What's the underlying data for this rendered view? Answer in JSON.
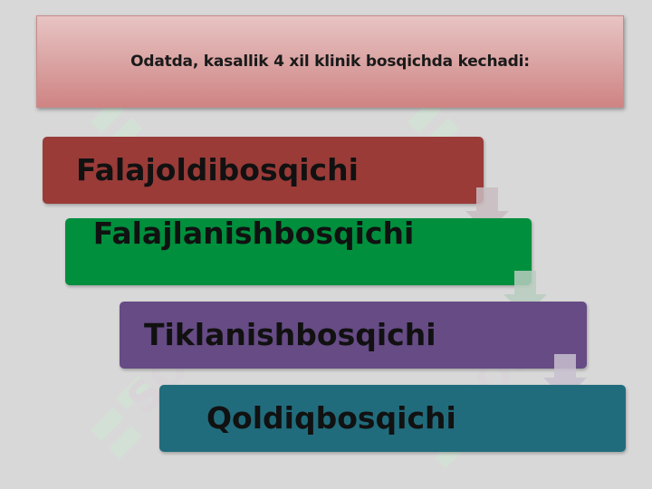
{
  "title": "Odatda, kasallik 4 xil klinik bosqichda kechadi:",
  "steps": [
    {
      "label": "Falajoldibosqichi",
      "color": "#9a3b38"
    },
    {
      "label": "Falajlanishbosqichi",
      "color": "#008f3d"
    },
    {
      "label": "Tiklanishbosqichi",
      "color": "#664b85"
    },
    {
      "label": "Qoldiqbosqichi",
      "color": "#216c7c"
    }
  ],
  "watermark": {
    "text": "SOFT",
    "icon": "soft-logo-watermark",
    "color": "#d7ecd9"
  }
}
